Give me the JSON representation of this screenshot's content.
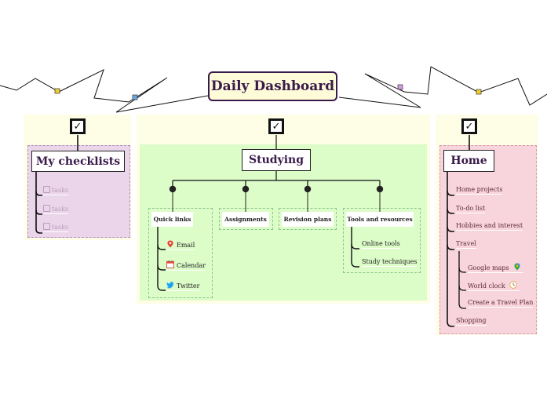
{
  "title": "Daily Dashboard",
  "colors": {
    "title_bg": "#fdfbd8",
    "zone_bg": "#fefde6",
    "checklist_bg": "#ead5ea",
    "studying_bg": "#dcfcc8",
    "home_bg": "#f8d4dc",
    "ink": "#3a1a4a"
  },
  "checklists": {
    "check_icon": "checkbox-checked-icon",
    "title": "My checklists",
    "items": [
      "tasks",
      "tasks",
      "tasks"
    ]
  },
  "studying": {
    "check_icon": "checkbox-checked-icon",
    "title": "Studying",
    "quick_links": {
      "label": "Quick links",
      "items": [
        {
          "label": "Email",
          "icon": "map-pin-icon"
        },
        {
          "label": "Calendar",
          "icon": "calendar-icon"
        },
        {
          "label": "Twitter",
          "icon": "twitter-bird-icon"
        }
      ]
    },
    "assignments": {
      "label": "Assignments"
    },
    "revision_plans": {
      "label": "Revision plans"
    },
    "tools": {
      "label": "Tools and resources",
      "items": [
        "Online tools",
        "Study techniques"
      ]
    }
  },
  "home": {
    "check_icon": "checkbox-checked-icon",
    "title": "Home",
    "items": [
      "Home projects",
      "To-do list",
      "Hobbies and interest",
      "Travel",
      "Shopping"
    ],
    "travel": [
      {
        "label": "Google maps",
        "icon": "map-pin-icon"
      },
      {
        "label": "World clock",
        "icon": "clock-icon"
      },
      {
        "label": "Create a Travel  Plan",
        "icon": ""
      }
    ]
  }
}
